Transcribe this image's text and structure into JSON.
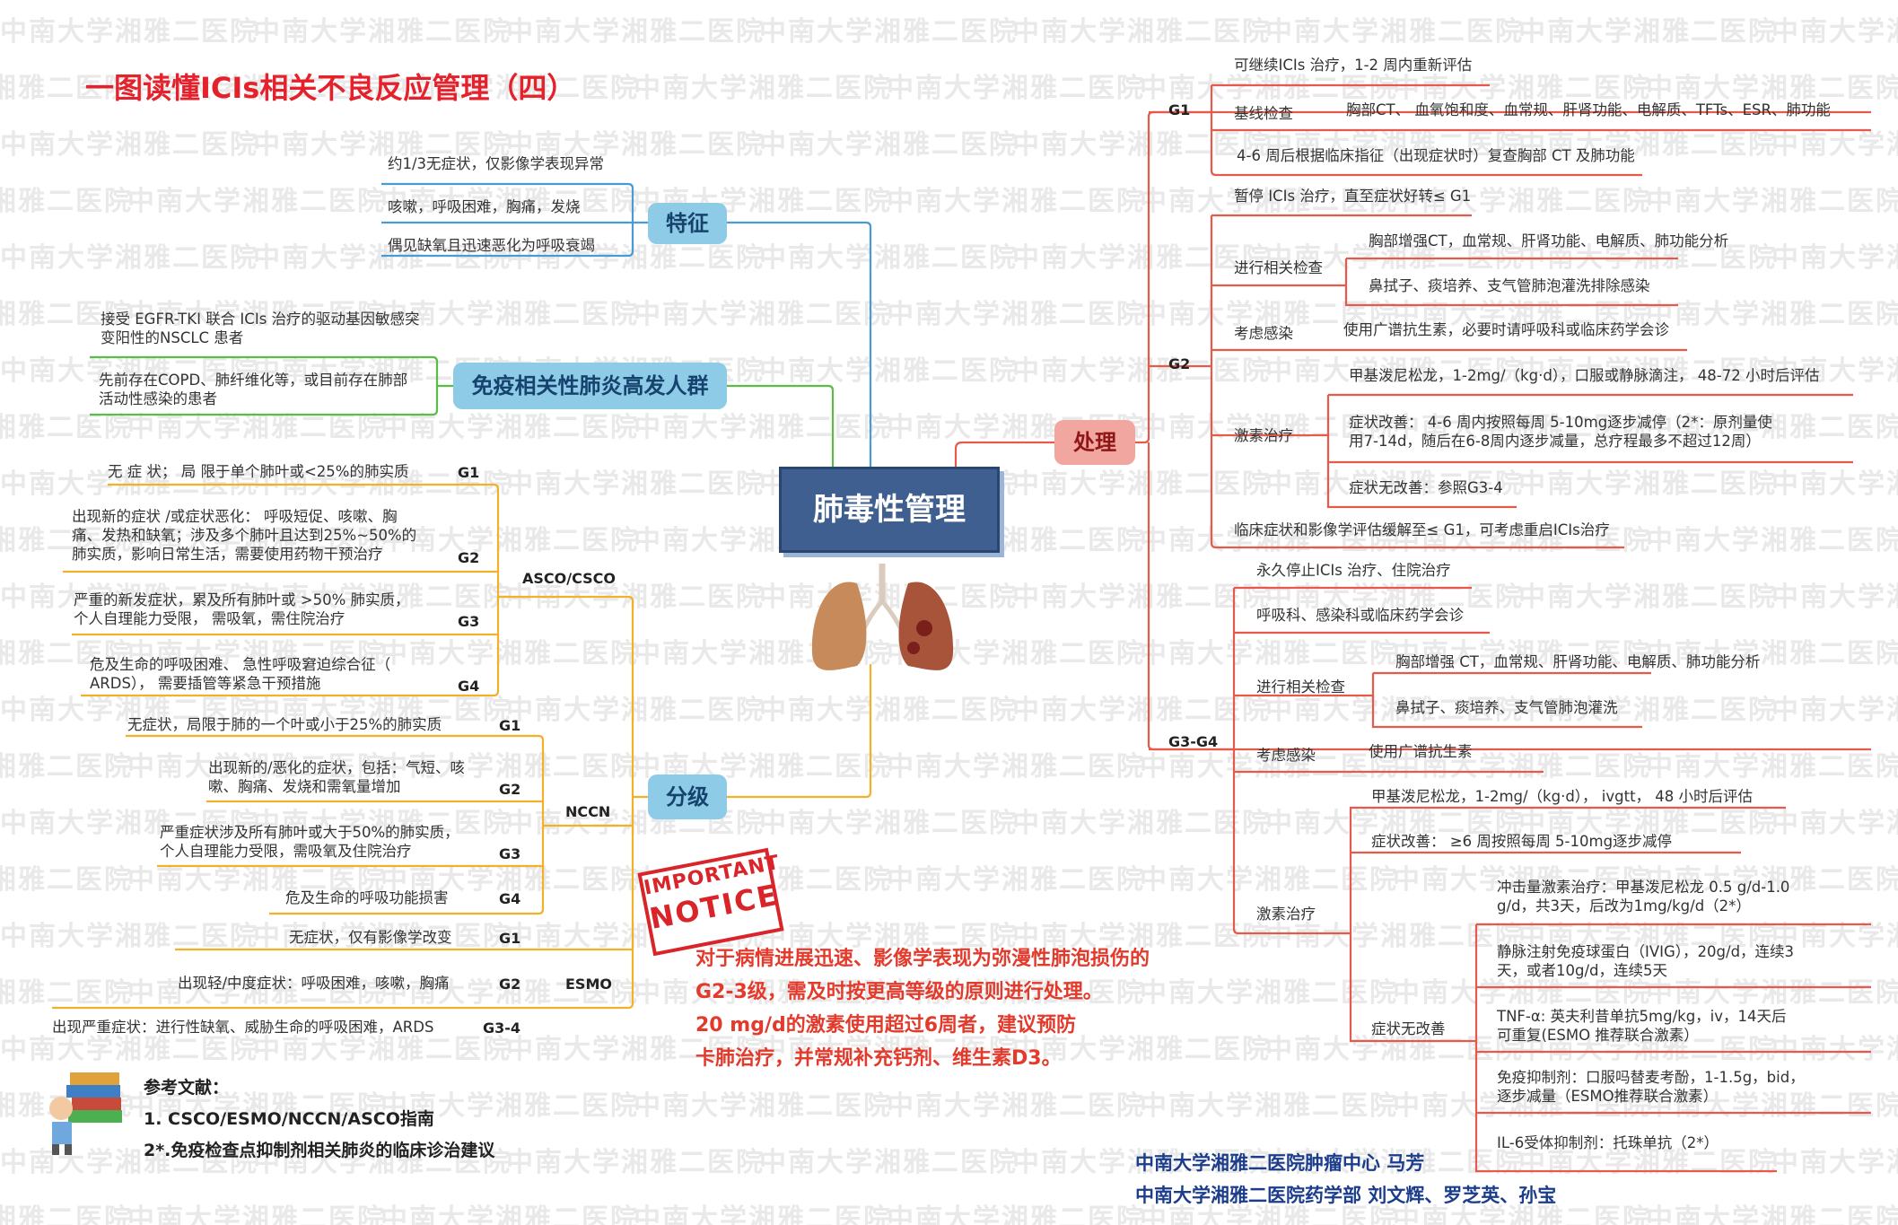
{
  "watermark": "中南大学湘雅二医院",
  "title": "一图读懂ICIs相关不良反应管理（四）",
  "center": "肺毒性管理",
  "branches": {
    "feature": {
      "label": "特征",
      "items": [
        "约1/3无症状，仅影像学表现异常",
        "咳嗽，呼吸困难，胸痛，发烧",
        "偶见缺氧且迅速恶化为呼吸衰竭"
      ]
    },
    "risk": {
      "label": "免疫相关性肺炎高发人群",
      "items": [
        "接受 EGFR-TKI 联合 ICIs 治疗的驱动基因敏感突变阳性的NSCLC 患者",
        "先前存在COPD、肺纤维化等，或目前存在肺部活动性感染的患者"
      ]
    },
    "grading": {
      "label": "分级",
      "asco": {
        "label": "ASCO/CSCO",
        "items": [
          {
            "text": "无 症 状； 局 限于单个肺叶或<25%的肺实质",
            "grade": "G1"
          },
          {
            "text": "出现新的症状 /或症状恶化： 呼吸短促、咳嗽、胸痛、发热和缺氧；涉及多个肺叶且达到25%~50%的肺实质，影响日常生活，需要使用药物干预治疗",
            "grade": "G2"
          },
          {
            "text": "严重的新发症状，累及所有肺叶或 >50% 肺实质，个人自理能力受限， 需吸氧，需住院治疗",
            "grade": "G3"
          },
          {
            "text": "危及生命的呼吸困难、 急性呼吸窘迫综合征（ ARDS）， 需要插管等紧急干预措施",
            "grade": "G4"
          }
        ]
      },
      "nccn": {
        "label": "NCCN",
        "items": [
          {
            "text": "无症状，局限于肺的一个叶或小于25%的肺实质",
            "grade": "G1"
          },
          {
            "text": "出现新的/恶化的症状，包括：气短、咳嗽、胸痛、发烧和需氧量增加",
            "grade": "G2"
          },
          {
            "text": "严重症状涉及所有肺叶或大于50%的肺实质，个人自理能力受限，需吸氧及住院治疗",
            "grade": "G3"
          },
          {
            "text": "危及生命的呼吸功能损害",
            "grade": "G4"
          }
        ]
      },
      "esmo": {
        "label": "ESMO",
        "items": [
          {
            "text": "无症状，仅有影像学改变",
            "grade": "G1"
          },
          {
            "text": "出现轻/中度症状：呼吸困难，咳嗽，胸痛",
            "grade": "G2"
          },
          {
            "text": "出现严重症状：进行性缺氧、威胁生命的呼吸困难，ARDS",
            "grade": "G3-4"
          }
        ]
      }
    },
    "treatment": {
      "label": "处理",
      "g1": {
        "label": "G1",
        "continue": "可继续ICIs 治疗，1-2 周内重新评估",
        "baseline_label": "基线检查",
        "baseline": "胸部CT、 血氧饱和度、血常规、肝肾功能、电解质、TFTs、ESR、肺功能",
        "recheck": "4-6 周后根据临床指征（出现症状时）复查胸部 CT 及肺功能"
      },
      "g2": {
        "label": "G2",
        "pause": "暂停 ICIs 治疗，直至症状好转≤ G1",
        "exam_label": "进行相关检查",
        "exam": [
          "胸部增强CT，血常规、肝肾功能、电解质、肺功能分析",
          "鼻拭子、痰培养、支气管肺泡灌洗排除感染"
        ],
        "infect_label": "考虑感染",
        "infect": "使用广谱抗生素，必要时请呼吸科或临床药学会诊",
        "steroid_label": "激素治疗",
        "steroid": [
          "甲基泼尼松龙，1-2mg/（kg·d），口服或静脉滴注， 48-72 小时后评估",
          "症状改善： 4-6 周内按照每周 5-10mg逐步减停（2*：原剂量使用7-14d，随后在6-8周内逐步减量，总疗程最多不超过12周）",
          "症状无改善：参照G3-4"
        ],
        "restart": "临床症状和影像学评估缓解至≤ G1，可考虑重启ICIs治疗"
      },
      "g34": {
        "label": "G3-G4",
        "stop": "永久停止ICIs 治疗、住院治疗",
        "consult": "呼吸科、感染科或临床药学会诊",
        "exam_label": "进行相关检查",
        "exam": [
          "胸部增强 CT，血常规、肝肾功能、电解质、肺功能分析",
          "鼻拭子、痰培养、支气管肺泡灌洗"
        ],
        "infect_label": "考虑感染",
        "infect": "使用广谱抗生素",
        "steroid_label": "激素治疗",
        "steroid": [
          "甲基泼尼松龙，1-2mg/（kg·d）， ivgtt， 48 小时后评估",
          "症状改善： ≥6 周按照每周 5-10mg逐步减停"
        ],
        "noimprove_label": "症状无改善",
        "noimprove": [
          "冲击量激素治疗：甲基泼尼松龙 0.5 g/d-1.0 g/d，共3天，后改为1mg/kg/d（2*）",
          "静脉注射免疫球蛋白（IVIG），20g/d，连续3天，或者10g/d，连续5天",
          "TNF-α: 英夫利昔单抗5mg/kg，iv，14天后可重复(ESMO 推荐联合激素）",
          "免疫抑制剂：口服吗替麦考酚，1-1.5g，bid，逐步减量（ESMO推荐联合激素）",
          "IL-6受体抑制剂：托珠单抗（2*）"
        ]
      }
    }
  },
  "notice": {
    "line1": "IMPORTANT",
    "line2": "NOTICE"
  },
  "warning": [
    "对于病情进展迅速、影像学表现为弥漫性肺泡损伤的",
    "G2-3级，需及时按更高等级的原则进行处理。",
    "20 mg/d的激素使用超过6周者，建议预防",
    "卡肺治疗，并常规补充钙剂、维生素D3。"
  ],
  "references": {
    "label": "参考文献：",
    "items": [
      "1. CSCO/ESMO/NCCN/ASCO指南",
      "2*.免疫检查点抑制剂相关肺炎的临床诊治建议"
    ]
  },
  "credits": [
    "中南大学湘雅二医院肿瘤中心 马芳",
    "中南大学湘雅二医院药学部 刘文辉、罗芝英、孙宝"
  ],
  "colors": {
    "feature": "#4a9ad4",
    "risk": "#5bbd48",
    "grading": "#f2b12a",
    "treatment": "#e55a4a",
    "center": "#3e5f8f",
    "warning": "#e33a2c",
    "credit": "#1b3d8c"
  }
}
